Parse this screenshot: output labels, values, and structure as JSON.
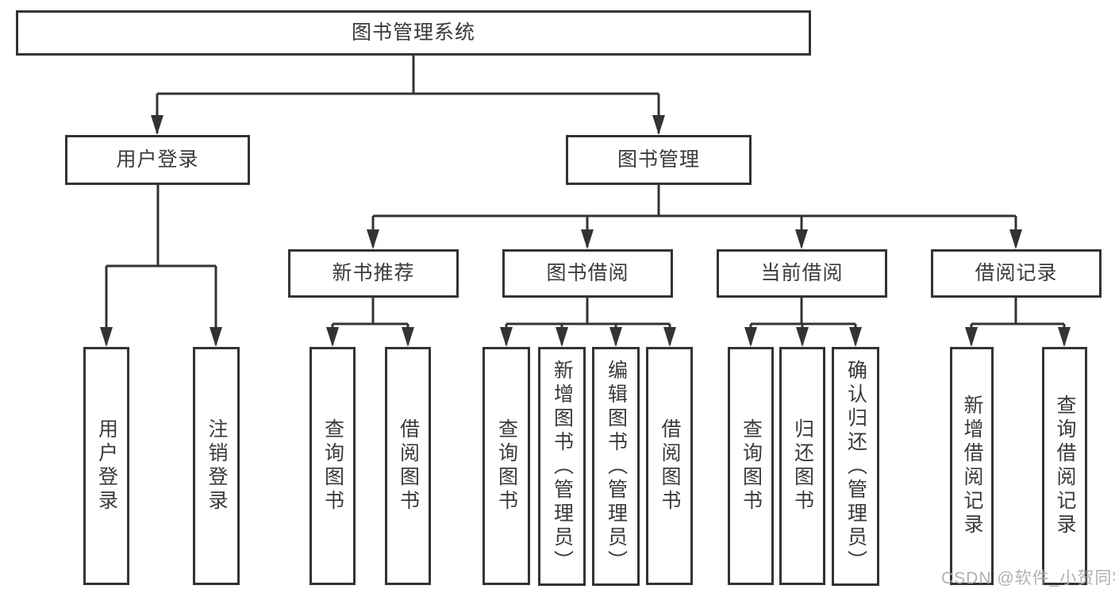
{
  "watermark": "CSDN @软件_小贺同学",
  "colors": {
    "line": "#333333",
    "box_border": "#333333",
    "text": "#3a3a3a",
    "background": "#ffffff",
    "watermark": "#acacac"
  },
  "tree": {
    "label": "图书管理系统",
    "children": [
      {
        "label": "用户登录",
        "children": [
          {
            "label": "用户登录"
          },
          {
            "label": "注销登录"
          }
        ]
      },
      {
        "label": "图书管理",
        "children": [
          {
            "label": "新书推荐",
            "children": [
              {
                "label": "查询图书"
              },
              {
                "label": "借阅图书"
              }
            ]
          },
          {
            "label": "图书借阅",
            "children": [
              {
                "label": "查询图书"
              },
              {
                "label": "新增图书（管理员）"
              },
              {
                "label": "编辑图书（管理员）"
              },
              {
                "label": "借阅图书"
              }
            ]
          },
          {
            "label": "当前借阅",
            "children": [
              {
                "label": "查询图书"
              },
              {
                "label": "归还图书"
              },
              {
                "label": "确认归还（管理员）"
              }
            ]
          },
          {
            "label": "借阅记录",
            "children": [
              {
                "label": "新增借阅记录"
              },
              {
                "label": "查询借阅记录"
              }
            ]
          }
        ]
      }
    ]
  }
}
